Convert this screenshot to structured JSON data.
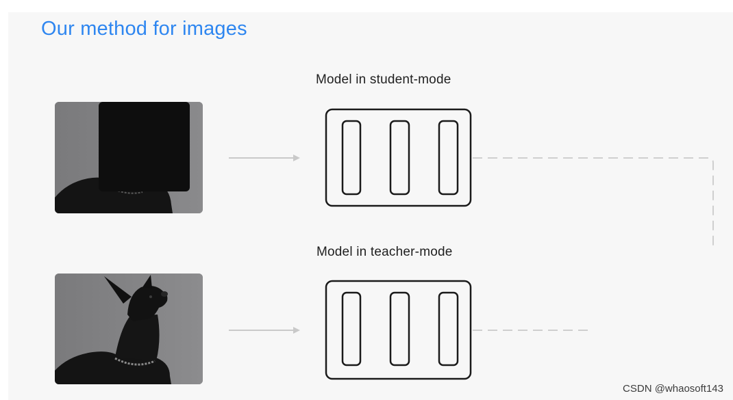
{
  "slide": {
    "title": "Our method for images",
    "student": {
      "label": "Model in student-mode"
    },
    "teacher": {
      "label": "Model in teacher-mode"
    }
  },
  "watermark": "CSDN @whaosoft143",
  "colors": {
    "title": "#2e86f0",
    "box_stroke": "#1a1a1a",
    "arrow": "#c9c9c9",
    "dashed": "#cfcfcf",
    "slide_bg": "#f7f7f7"
  },
  "icons": {
    "masked_image": "masked-dog-photo",
    "full_image": "dog-photo"
  }
}
